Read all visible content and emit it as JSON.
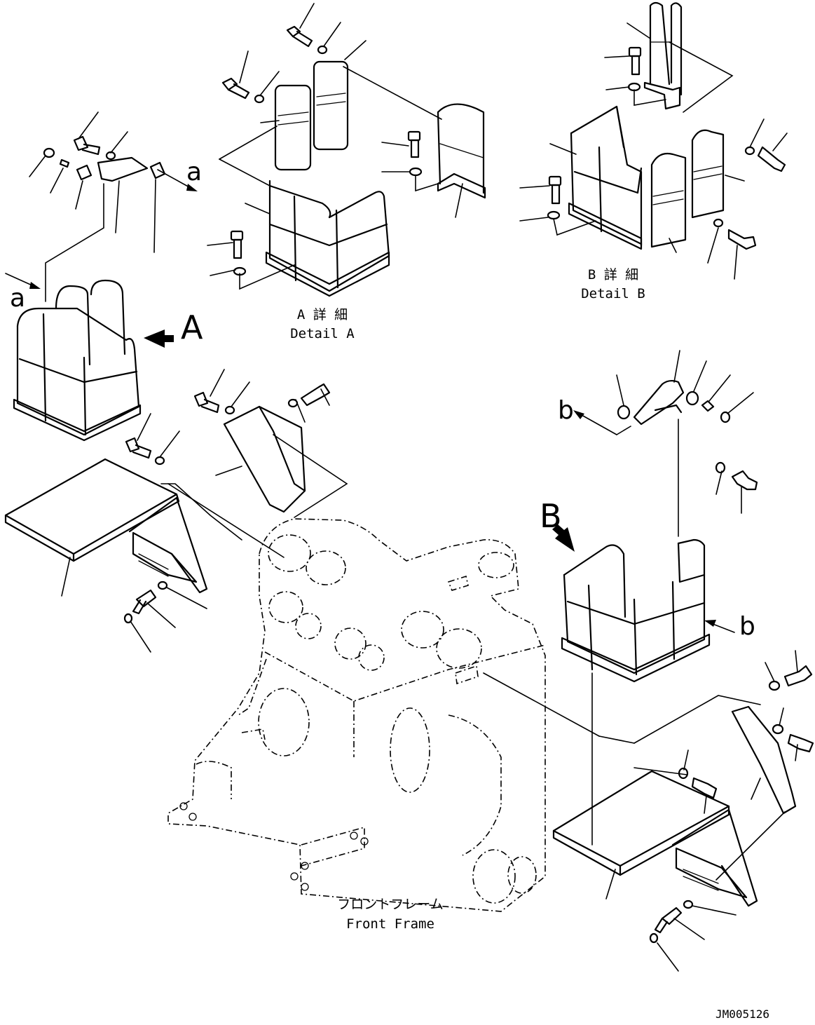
{
  "view_letters": {
    "A": "A",
    "B": "B",
    "a_upper": "a",
    "a_left": "a",
    "b_left": "b",
    "b_right": "b"
  },
  "detail_a": {
    "jp": "A 詳 細",
    "en": "Detail A"
  },
  "detail_b": {
    "jp": "B 詳 細",
    "en": "Detail B"
  },
  "front_frame": {
    "jp": "フロントフレーム",
    "en": "Front Frame"
  },
  "drawing_code": "JM005126"
}
